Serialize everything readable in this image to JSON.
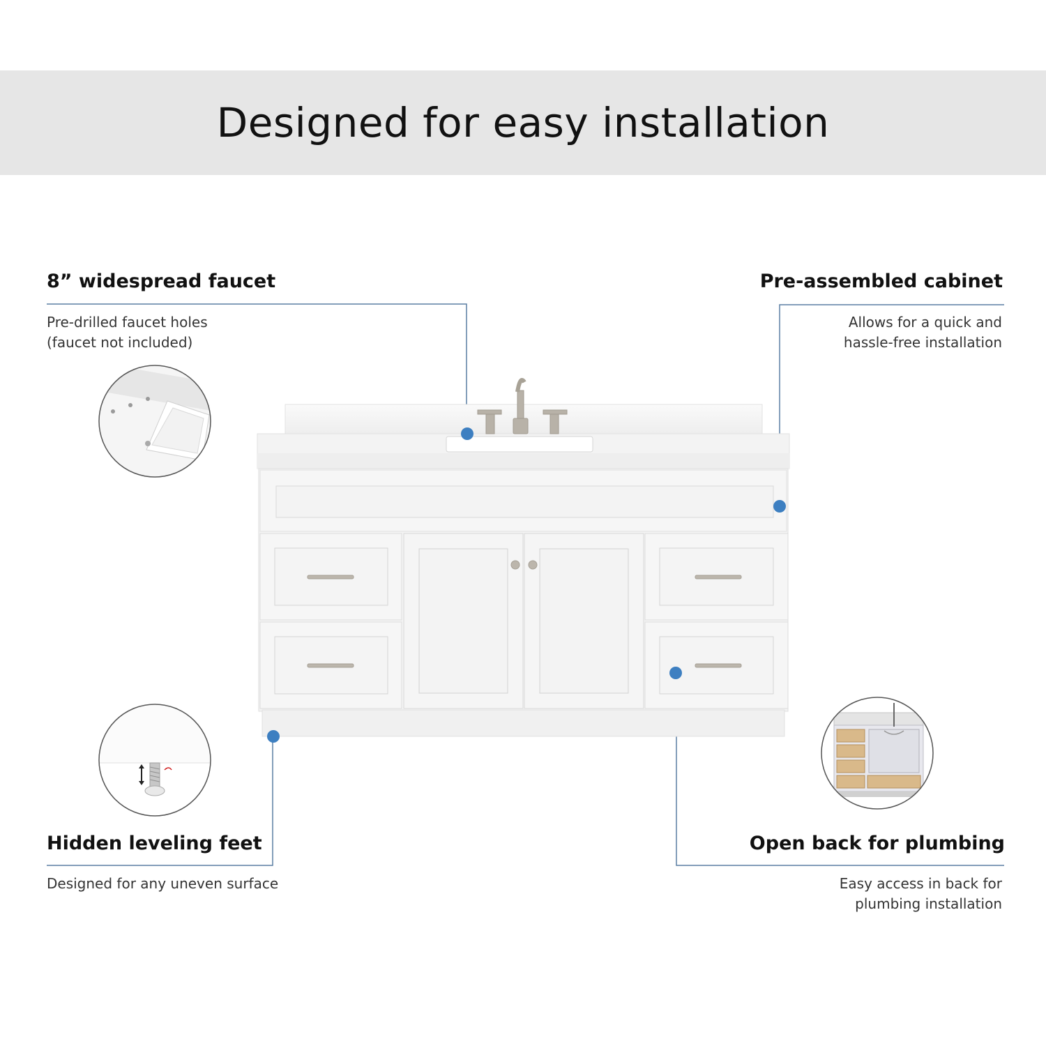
{
  "banner": {
    "title": "Designed for easy installation"
  },
  "callouts": {
    "faucet": {
      "title": "8” widespread faucet",
      "line1": "Pre-drilled faucet holes",
      "line2": "(faucet not included)"
    },
    "cabinet": {
      "title": "Pre-assembled cabinet",
      "line1": "Allows for  a quick and",
      "line2": "hassle-free installation"
    },
    "feet": {
      "title": "Hidden leveling feet",
      "line1": "Designed for any uneven surface"
    },
    "plumbing": {
      "title": "Open back for plumbing",
      "line1": "Easy access in back for",
      "line2": "plumbing installation"
    }
  },
  "colors": {
    "accent": "#3d7fc1",
    "line": "#5a7fa3",
    "banner_bg": "#e6e6e6",
    "cabinet": "#f4f4f4",
    "hardware": "#b8b2a8",
    "wood": "#d9b98a"
  }
}
